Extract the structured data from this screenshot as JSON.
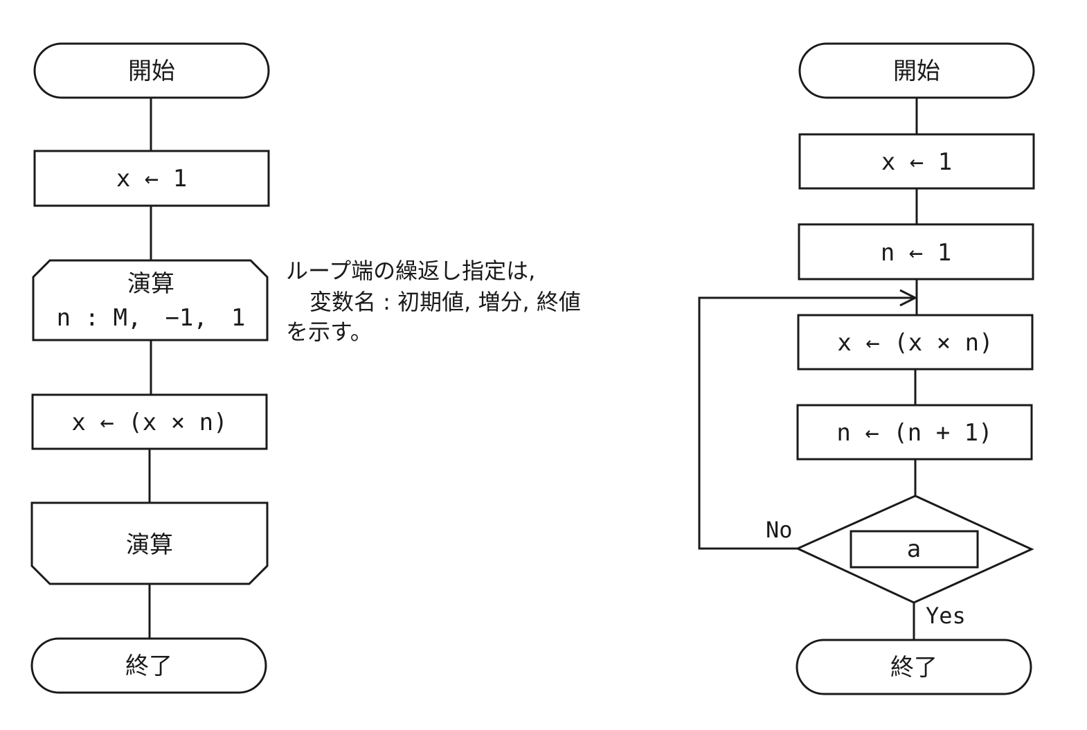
{
  "left_flow": {
    "start": "開始",
    "assign_x": "x ← 1",
    "loop_begin_title": "演算",
    "loop_begin_spec": "n : M,　−1,　1",
    "body": "x ← (x × n)",
    "loop_end": "演算",
    "end": "終了"
  },
  "note": {
    "line1": "ループ端の繰返し指定は,",
    "line2": "変数名 : 初期値, 増分, 終値",
    "line3": "を示す。"
  },
  "right_flow": {
    "start": "開始",
    "assign_x": "x ← 1",
    "assign_n": "n ← 1",
    "body": "x ← (x × n)",
    "increment": "n ← (n + 1)",
    "condition_blank": "a",
    "label_no": "No",
    "label_yes": "Yes",
    "end": "終了"
  }
}
